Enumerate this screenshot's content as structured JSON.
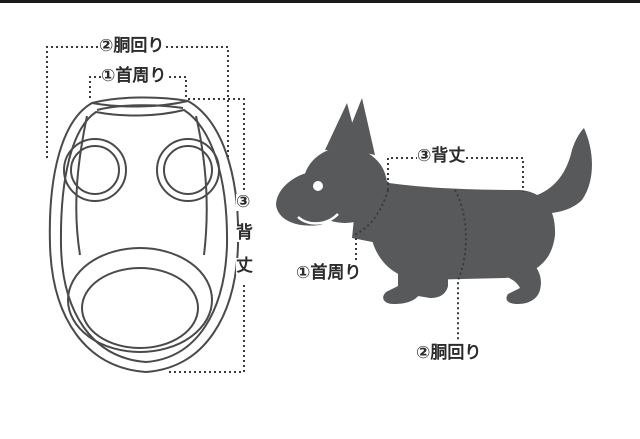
{
  "garment_labels": {
    "torso_girth": "②胴回り",
    "neck_girth": "①首周り",
    "back_length_num": "③",
    "back_length_ch1": "背",
    "back_length_ch2": "丈"
  },
  "dog_labels": {
    "back_length": "③背丈",
    "neck_girth": "①首周り",
    "torso_girth": "②胴回り"
  },
  "colors": {
    "dog_fill": "#58595b",
    "garment_outline": "#4a4a4a",
    "dotted_line": "#3a3a3a"
  }
}
